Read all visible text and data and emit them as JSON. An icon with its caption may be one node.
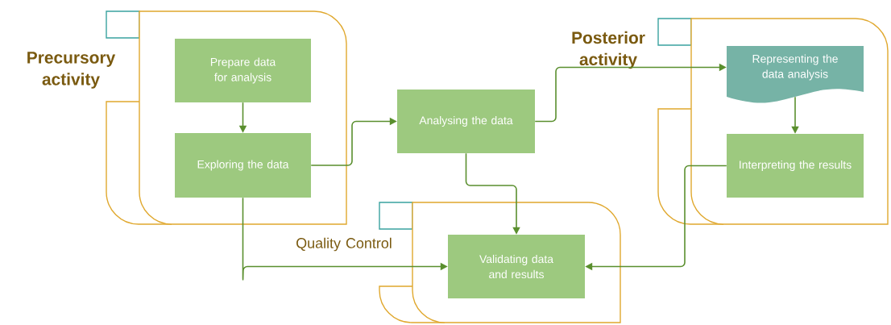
{
  "diagram": {
    "nodes": [
      {
        "text": [
          "Precursory activity"
        ]
      },
      {
        "text": [
          "Prepare data for analysis"
        ],
        "in": 0
      },
      {
        "text": [
          "Exploring the data"
        ],
        "in": 0
      },
      {
        "text": [
          "Analysing the data"
        ]
      },
      {
        "text": [
          "Posterior activity"
        ]
      },
      {
        "text": [
          "Representing the data analysis"
        ],
        "in": 4
      },
      {
        "text": [
          "Interpreting the results"
        ],
        "in": 4
      },
      {
        "text": [
          "Quality Control"
        ]
      },
      {
        "text": [
          "Validating data and results"
        ],
        "in": 7
      }
    ],
    "edges": [
      {
        "from": 1,
        "to": 2,
        "arrow": "to"
      },
      {
        "from": 2,
        "to": 3,
        "arrow": "to"
      },
      {
        "from": 3,
        "to": 5,
        "arrow": "to"
      },
      {
        "from": 3,
        "to": 8,
        "arrow": "to"
      },
      {
        "from": 2,
        "to": 8,
        "arrow": "to"
      },
      {
        "from": 5,
        "to": 6,
        "arrow": "to"
      },
      {
        "from": 6,
        "to": 8,
        "arrow": "to"
      }
    ]
  }
}
